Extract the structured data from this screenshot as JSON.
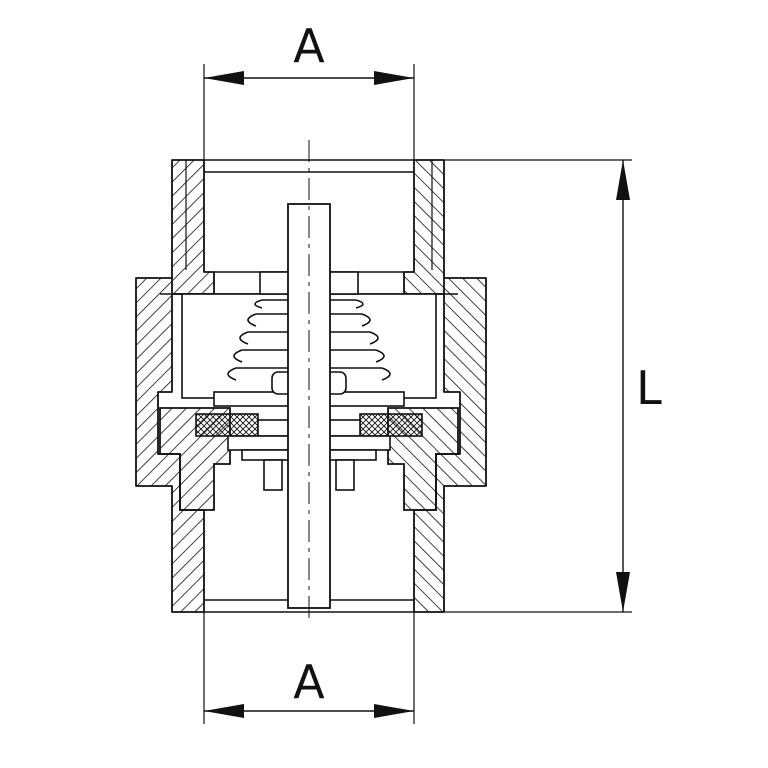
{
  "diagram": {
    "dimensions": {
      "top_width_label": "A",
      "bottom_width_label": "A",
      "length_label": "L"
    },
    "colors": {
      "line": "#111111",
      "background": "#ffffff",
      "gasket_hatch": "#111111"
    }
  }
}
